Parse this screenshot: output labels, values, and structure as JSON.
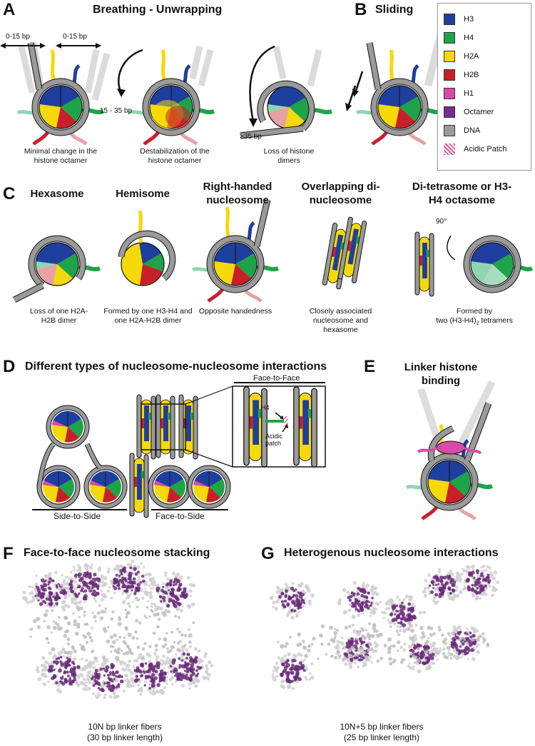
{
  "panel_a": {
    "letter": "A",
    "title": "Breathing - Unwrapping",
    "label_left_bp": "0-15 bp",
    "label_right_bp": "0-15 bp",
    "label_mid_bp": "15 - 35 bp",
    "label_far_bp": ">35 bp",
    "caption_1": "Minimal change in the histone octamer",
    "caption_2": "Destabilization of the histone octamer",
    "caption_3": "Loss of histone dimers"
  },
  "panel_b": {
    "letter": "B",
    "title": "Sliding"
  },
  "legend": {
    "items": [
      {
        "label": "H3",
        "color": "#1f3f9e"
      },
      {
        "label": "H4",
        "color": "#1fa34a"
      },
      {
        "label": "H2A",
        "color": "#f5d90a"
      },
      {
        "label": "H2B",
        "color": "#c8202a"
      },
      {
        "label": "H1",
        "color": "#d84aa9"
      },
      {
        "label": "Octamer",
        "color": "#7b2d8f"
      },
      {
        "label": "DNA",
        "color": "#9a9a9a"
      },
      {
        "label": "Acidic Patch",
        "color": "#e8559c"
      }
    ]
  },
  "panel_c": {
    "letter": "C",
    "items": [
      {
        "title": "Hexasome",
        "caption": "Loss of one H2A-H2B dimer"
      },
      {
        "title": "Hemisome",
        "caption": "Formed by one H3-H4 and one H2A-H2B dimer"
      },
      {
        "title": "Right-handed nucleosome",
        "caption": "Opposite handedness"
      },
      {
        "title": "Overlapping di-nucleosome",
        "caption": "Closely associated nucleosome and hexasome"
      },
      {
        "title": "Di-tetrasome or H3-H4 octasome",
        "caption_a": "Formed by",
        "caption_b": "two (H3-H4)",
        "caption_sub": "2",
        "caption_c": " tetramers"
      }
    ],
    "rotation_label": "90°"
  },
  "panel_d": {
    "letter": "D",
    "title": "Different types of nucleosome-nucleosome interactions",
    "face_to_face": "Face-to-Face",
    "side_to_side": "Side-to-Side",
    "face_to_side": "Face-to-Side",
    "h4_label": "H4",
    "acidic_label": "Acidic patch"
  },
  "panel_e": {
    "letter": "E",
    "title": "Linker histone binding"
  },
  "panel_f": {
    "letter": "F",
    "title": "Face-to-face nucleosome stacking",
    "caption_1": "10N bp linker fibers",
    "caption_2": "(30 bp linker length)"
  },
  "panel_g": {
    "letter": "G",
    "title": "Heterogenous nucleosome interactions",
    "caption_1": "10N+5 bp linker fibers",
    "caption_2": "(25 bp linker length)"
  }
}
